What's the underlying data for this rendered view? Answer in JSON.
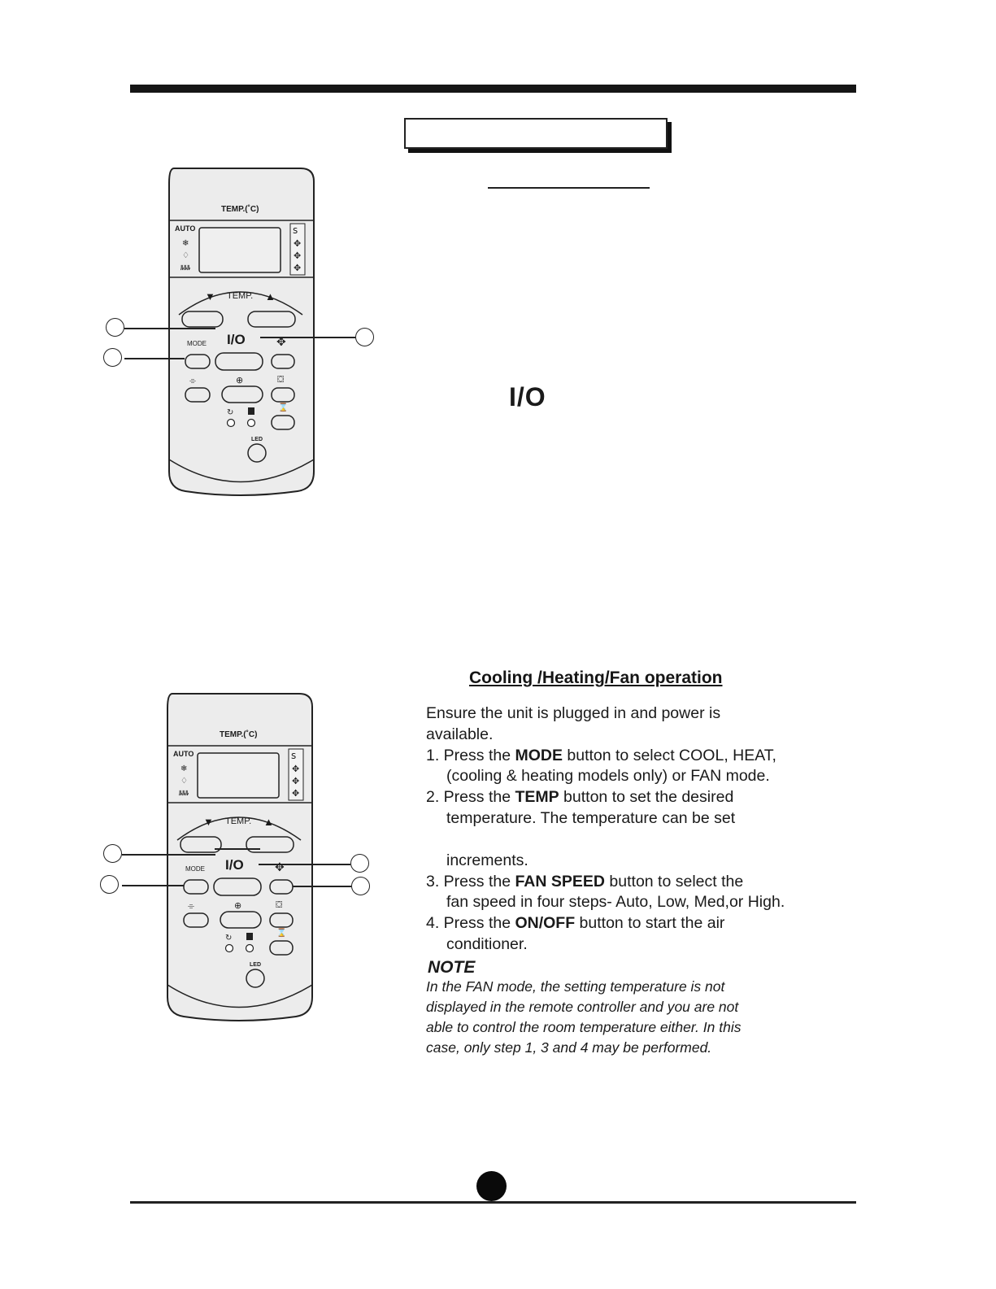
{
  "remote": {
    "temp_display_label": "TEMP.(˚C)",
    "auto_label": "AUTO",
    "temp_label": "TEMP.",
    "mode_label": "MODE",
    "power_label": "I/O",
    "led_label": "LED",
    "down_arrow": "▼",
    "up_arrow": "▲"
  },
  "top_section": {
    "power_symbol": "I/O"
  },
  "cooling": {
    "heading": "Cooling /Heating/Fan operation",
    "intro_line1": "Ensure the unit is plugged in and power is",
    "intro_line2": "available.",
    "step1_pre": "1. Press the ",
    "step1_bold": "MODE",
    "step1_post": " button to select COOL, HEAT,",
    "step1_cont": "(cooling & heating models only) or FAN mode.",
    "step2_pre": "2. Press  the ",
    "step2_bold": "TEMP",
    "step2_post": " button to set the desired",
    "step2_cont1": "temperature. The temperature can be set",
    "step2_cont3": "increments.",
    "step3_pre": "3. Press the ",
    "step3_bold": "FAN SPEED",
    "step3_post": " button to select the",
    "step3_cont": "fan speed in four steps- Auto, Low, Med,or High.",
    "step4_pre": "4. Press the ",
    "step4_bold": "ON/OFF",
    "step4_post": " button to start the air",
    "step4_cont": "conditioner.",
    "note_title": "NOTE",
    "note_line1": "In the FAN mode, the setting temperature is not",
    "note_line2": "displayed in the remote controller and you are not",
    "note_line3": "able to control the room temperature either. In this",
    "note_line4": "case, only step 1, 3 and 4 may be performed."
  },
  "colors": {
    "ink": "#1a1a1a",
    "remote_body": "#ececec",
    "rule": "#161616"
  }
}
